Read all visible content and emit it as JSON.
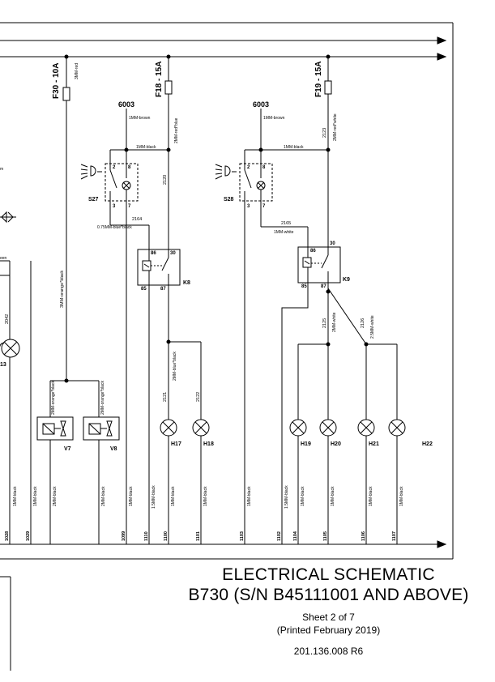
{
  "fuses": [
    {
      "id": "f30",
      "label": "F30 - 10A",
      "wire": "3MM-red"
    },
    {
      "id": "f18",
      "label": "F18 - 15A",
      "wire": "2MM-red*blue"
    },
    {
      "id": "f19",
      "label": "F19 - 15A",
      "wire": "2MM-red*white",
      "num": "2123"
    }
  ],
  "nodes": [
    {
      "id": "n1",
      "label": "6003",
      "wire": "1MM-brown"
    },
    {
      "id": "n2",
      "label": "6003",
      "wire": "1MM-brown"
    }
  ],
  "switches": [
    {
      "id": "s27",
      "label": "S27",
      "pins": [
        "2",
        "8",
        "3",
        "7"
      ],
      "wire_top": "1MM-black",
      "wire_bottom": "0.75MM-blue*black"
    },
    {
      "id": "s28",
      "label": "S28",
      "pins": [
        "2",
        "8",
        "3",
        "7"
      ],
      "wire_top": "1MM-black",
      "wire_bottom": "1MM-white"
    }
  ],
  "relays": [
    {
      "id": "k8",
      "label": "K8",
      "pins": [
        "86",
        "30",
        "85",
        "87"
      ]
    },
    {
      "id": "k9",
      "label": "K9",
      "pins": [
        "86",
        "30",
        "85",
        "87"
      ]
    }
  ],
  "valves": [
    {
      "id": "v7",
      "label": "V7",
      "wire": "2MM-orange*black"
    },
    {
      "id": "v8",
      "label": "V8",
      "wire": "2MM-orange*black"
    }
  ],
  "lamps": [
    {
      "id": "h13",
      "label": "13"
    },
    {
      "id": "h17",
      "label": "H17"
    },
    {
      "id": "h18",
      "label": "H18"
    },
    {
      "id": "h19",
      "label": "H19"
    },
    {
      "id": "h20",
      "label": "H20"
    },
    {
      "id": "h21",
      "label": "H21"
    },
    {
      "id": "h22",
      "label": "H22"
    }
  ],
  "wire_labels": {
    "w2120": "2120",
    "w2164": "2164",
    "w2165": "2165",
    "w3mm_orange": "3MM-orange*black",
    "w2042": "2042",
    "w2121": "2121",
    "w2122": "2122",
    "w2mm_blue": "2MM-blue*black",
    "w2125": "2125",
    "w2mm_white": "2MM-white",
    "w2126": "2126",
    "w25mm_white": "2.5MM-white",
    "frag_een": "een",
    "frag_m": "m"
  },
  "ground_wires": [
    "1MM-black",
    "1MM-black",
    "2MM-black",
    "2MM-black",
    "1MM-black",
    "1.5MM-black",
    "1MM-black",
    "1MM-black",
    "1MM-black",
    "1.5MM-black",
    "1MM-black",
    "1MM-black",
    "1MM-black",
    "1MM-black"
  ],
  "ground_nums": [
    "1028",
    "1029",
    "1099",
    "1110",
    "1100",
    "1101",
    "1103",
    "1102",
    "1104",
    "1105",
    "1106",
    "1107"
  ],
  "title": {
    "line1": "ELECTRICAL SCHEMATIC",
    "line2": "B730 (S/N B45111001 AND ABOVE)",
    "sheet": "Sheet 2 of 7",
    "printed": "(Printed February 2019)",
    "doc": "201.136.008 R6"
  }
}
